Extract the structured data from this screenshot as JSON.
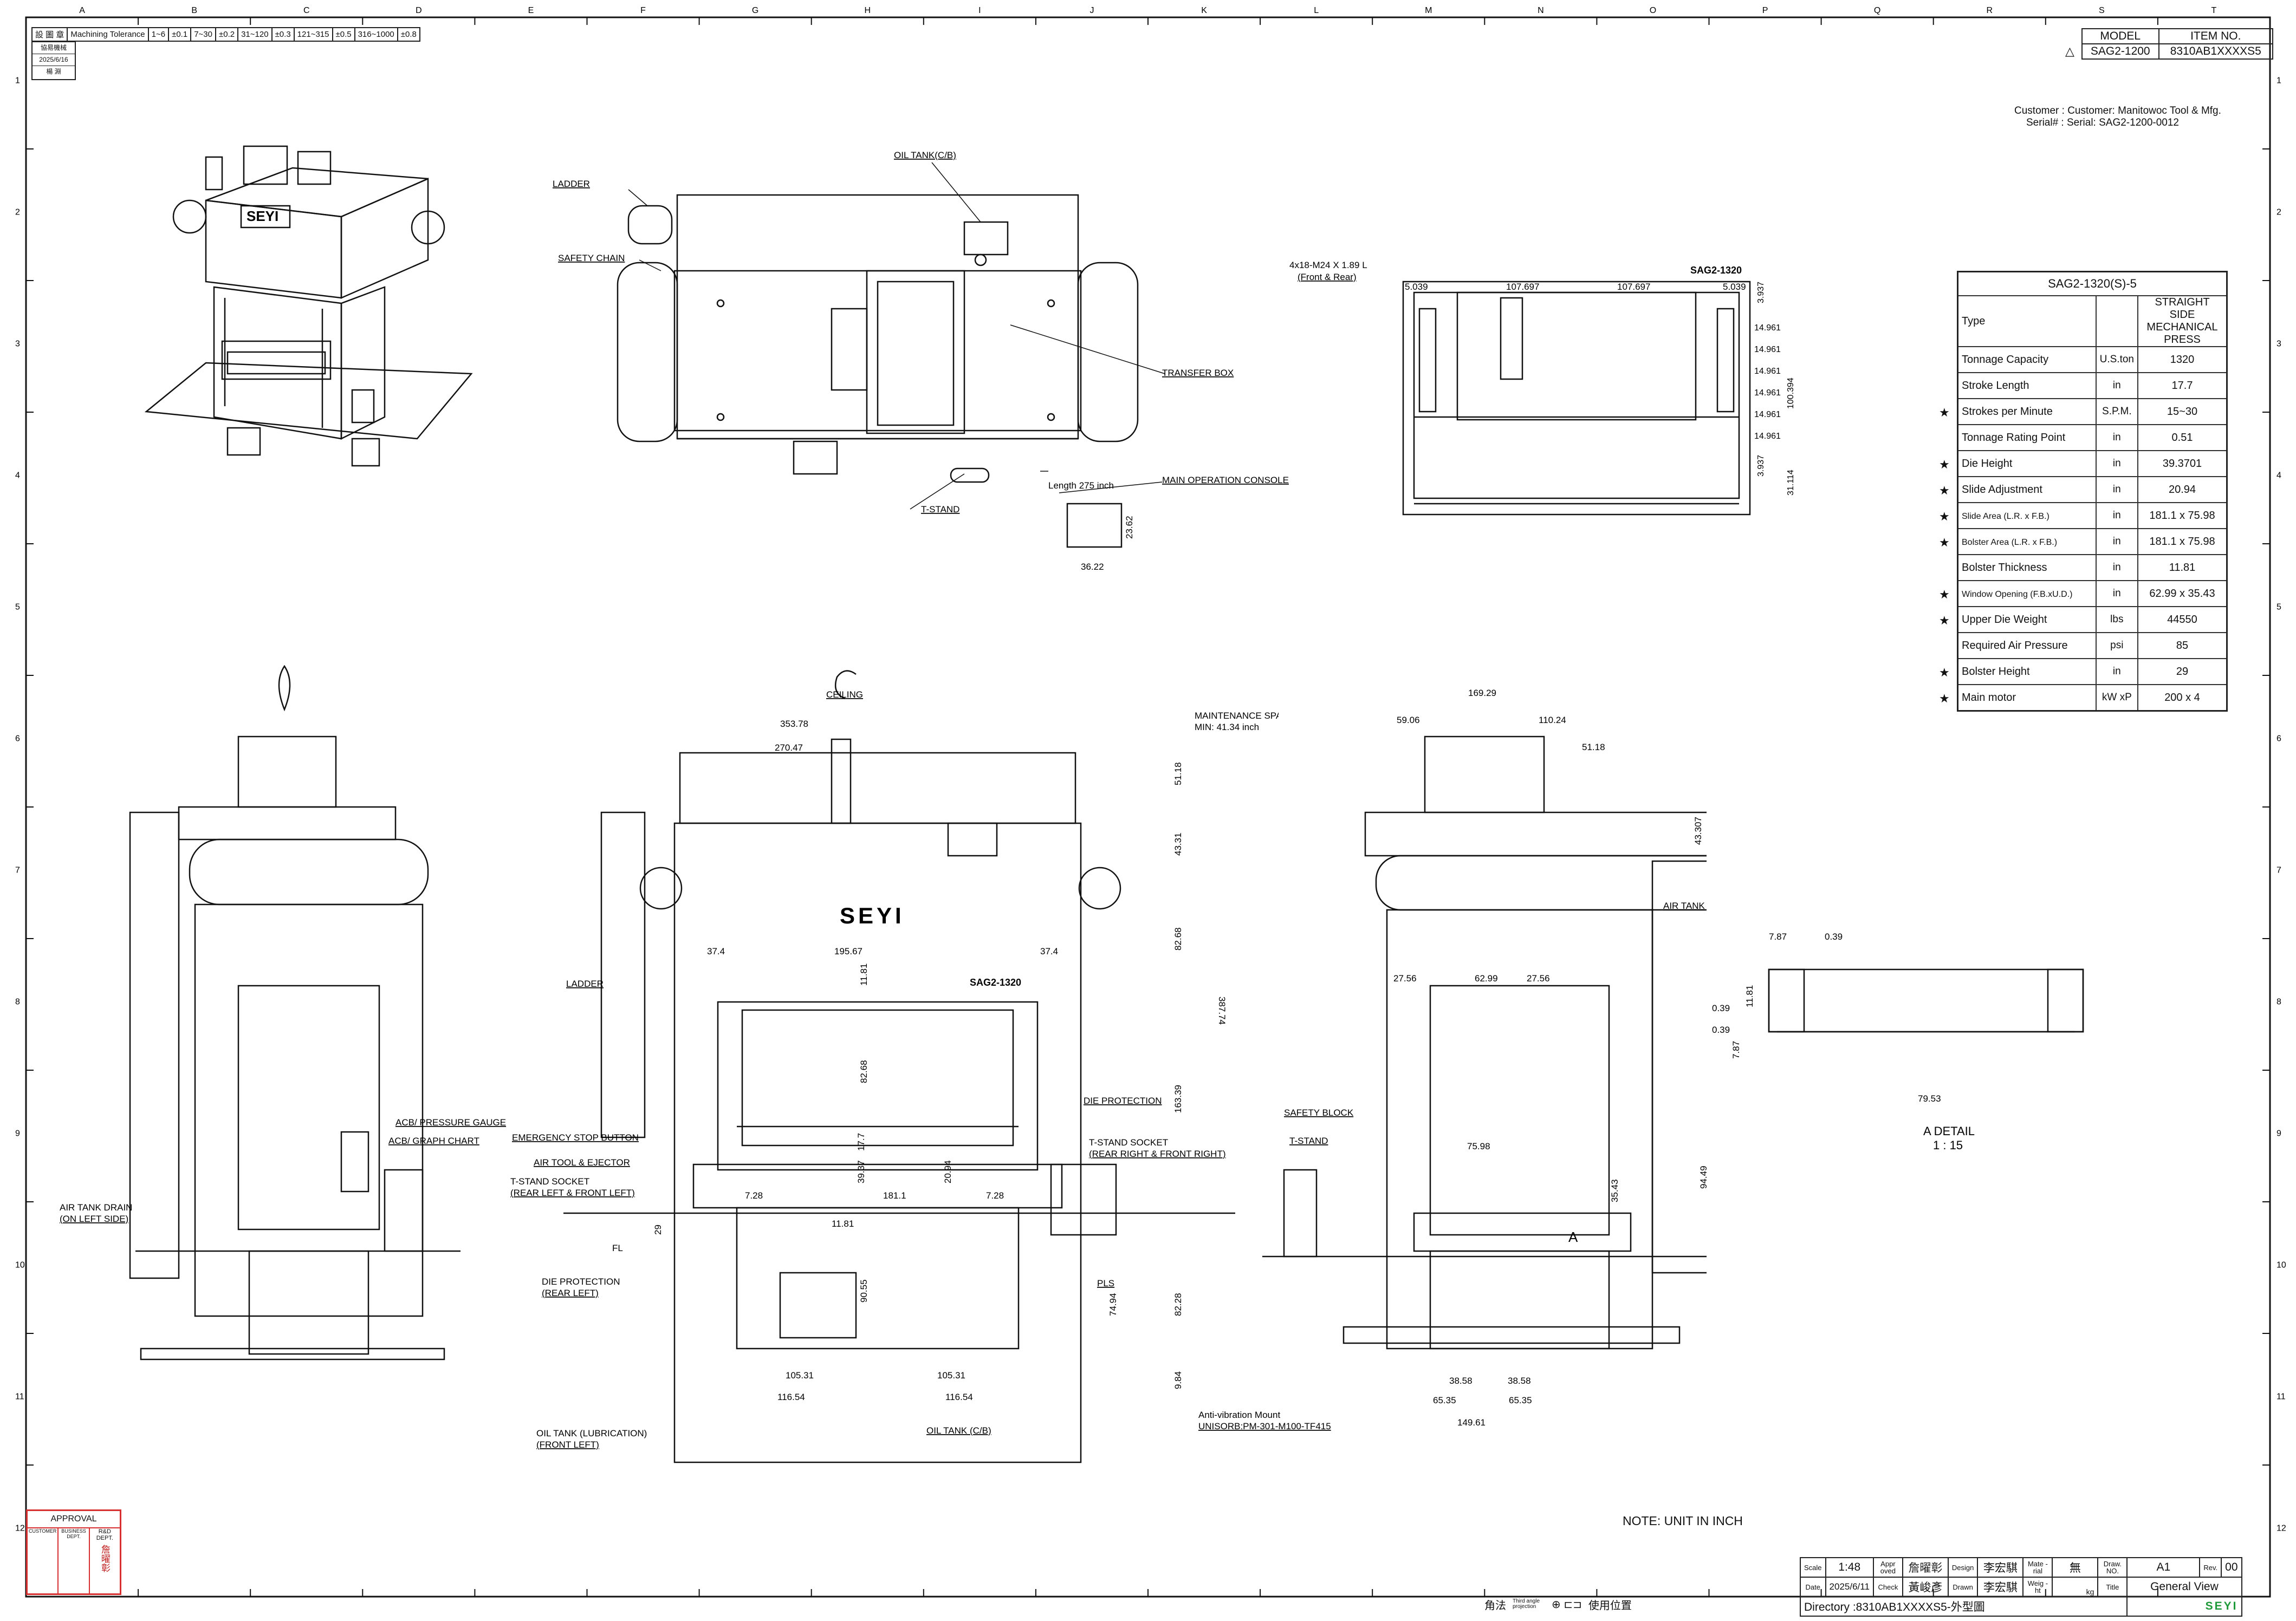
{
  "grid": {
    "columns": [
      "A",
      "B",
      "C",
      "D",
      "E",
      "F",
      "G",
      "H",
      "I",
      "J",
      "K",
      "L",
      "M",
      "N",
      "O",
      "P",
      "Q",
      "R",
      "S",
      "T"
    ],
    "rows": [
      "1",
      "2",
      "3",
      "4",
      "5",
      "6",
      "7",
      "8",
      "9",
      "10",
      "11",
      "12"
    ]
  },
  "tolerance": {
    "header": "設 圖 章",
    "label": "Machining Tolerance",
    "ranges": [
      "1~6",
      "±0.1",
      "7~30",
      "±0.2",
      "31~120",
      "±0.3",
      "121~315",
      "±0.5",
      "316~1000",
      "±0.8"
    ],
    "stamp_company": "協易機械",
    "stamp_date": "2025/6/16",
    "stamp_name": "楊 淵"
  },
  "model_box": {
    "model_label": "MODEL",
    "item_label": "ITEM NO.",
    "model": "SAG2-1200",
    "item_no": "8310AB1XXXXS5"
  },
  "customer": {
    "line1": "Customer : Customer: Manitowoc Tool & Mfg.",
    "line2": "Serial# : Serial: SAG2-1200-0012"
  },
  "spec_table": {
    "title": "SAG2-1320(S)-5",
    "rows": [
      {
        "star": "",
        "name": "Type",
        "unit": "",
        "value": "STRAIGHT SIDE MECHANICAL PRESS"
      },
      {
        "star": "",
        "name": "Tonnage Capacity",
        "unit": "U.S.ton",
        "value": "1320"
      },
      {
        "star": "",
        "name": "Stroke Length",
        "unit": "in",
        "value": "17.7"
      },
      {
        "star": "★",
        "name": "Strokes per Minute",
        "unit": "S.P.M.",
        "value": "15~30"
      },
      {
        "star": "",
        "name": "Tonnage Rating Point",
        "unit": "in",
        "value": "0.51"
      },
      {
        "star": "★",
        "name": "Die Height",
        "unit": "in",
        "value": "39.3701"
      },
      {
        "star": "★",
        "name": "Slide Adjustment",
        "unit": "in",
        "value": "20.94"
      },
      {
        "star": "★",
        "name": "Slide Area (L.R. x F.B.)",
        "unit": "in",
        "value": "181.1  x  75.98"
      },
      {
        "star": "★",
        "name": "Bolster Area (L.R. x F.B.)",
        "unit": "in",
        "value": "181.1  x  75.98"
      },
      {
        "star": "",
        "name": "Bolster Thickness",
        "unit": "in",
        "value": "11.81"
      },
      {
        "star": "★",
        "name": "Window Opening (F.B.xU.D.)",
        "unit": "in",
        "value": "62.99  x  35.43"
      },
      {
        "star": "★",
        "name": "Upper Die Weight",
        "unit": "lbs",
        "value": "44550"
      },
      {
        "star": "",
        "name": "Required Air Pressure",
        "unit": "psi",
        "value": "85"
      },
      {
        "star": "★",
        "name": "Bolster Height",
        "unit": "in",
        "value": "29"
      },
      {
        "star": "★",
        "name": "Main motor",
        "unit": "kW xP",
        "value": "200 x 4"
      }
    ]
  },
  "top_view_labels": {
    "ladder": "LADDER",
    "safety_chain": "SAFETY CHAIN",
    "oil_tank": "OIL TANK(C/B)",
    "transfer_box": "TRANSFER BOX",
    "length": "Length 275 inch",
    "main_console": "MAIN OPERATION CONSOLE",
    "t_stand": "T-STAND",
    "console_w": "36.22",
    "console_h": "23.62"
  },
  "bolster_view": {
    "bolt_note": "4x18-M24 X 1.89 L",
    "bolt_note2": "(Front & Rear)",
    "model_mark": "SAG2-1320",
    "dims_top": [
      "5.039",
      "107.697",
      "107.697",
      "5.039"
    ],
    "dims_right": [
      "3.937",
      "14.961",
      "14.961",
      "14.961",
      "14.961",
      "14.961",
      "14.961",
      "3.937"
    ],
    "overall_h": "100.394",
    "overall_h2": "31.114"
  },
  "front_view": {
    "ceiling": "CEILING",
    "maintenance": "MAINTENANCE SPACE",
    "maintenance2": "MIN: 41.34 inch",
    "logo": "SEYI",
    "model_mark": "SAG2-1320",
    "dims": {
      "overall_w": "353.78",
      "upper_w": "270.47",
      "side_l": "37.4",
      "inner_w": "195.67",
      "side_r": "37.4",
      "crown_h": "51.18",
      "crown_h2": "43.31",
      "upright_h": "82.68",
      "total_h": "163.39",
      "total_h2": "387.74",
      "slide_h": "11.81",
      "slide_h2": "82.68",
      "stroke": "17.7",
      "die_h": "39.37",
      "adj": "20.94",
      "bolster_l": "7.28",
      "bolster_w": "181.1",
      "bolster_r": "7.28",
      "bolster_t": "11.81",
      "floor": "29",
      "pit": "90.55",
      "pit2": "74.94",
      "pit3": "82.28",
      "base": "9.84",
      "foot_l": "105.31",
      "foot_r": "105.31",
      "foot2_l": "116.54",
      "foot2_r": "116.54"
    },
    "labels": {
      "ladder": "LADDER",
      "estop": "EMERGENCY STOP BUTTON",
      "air_tool": "AIR TOOL & EJECTOR",
      "tsocket_l": "T-STAND SOCKET",
      "tsocket_l2": "(REAR LEFT & FRONT LEFT)",
      "die_prot": "DIE PROTECTION",
      "tsocket_r": "T-STAND SOCKET",
      "tsocket_r2": "(REAR RIGHT & FRONT RIGHT)",
      "fl": "FL",
      "die_prot_rear": "DIE PROTECTION",
      "die_prot_rear2": "(REAR LEFT)",
      "pls": "PLS",
      "oil_lub": "OIL TANK (LUBRICATION)",
      "oil_lub2": "(FRONT LEFT)",
      "oil_cb": "OIL TANK (C/B)"
    }
  },
  "left_view_labels": {
    "acb_gauge": "ACB/ PRESSURE GAUGE",
    "acb_chart": "ACB/ GRAPH CHART",
    "air_drain": "AIR TANK DRAIN",
    "air_drain2": "(ON LEFT SIDE)"
  },
  "side_view": {
    "dims": {
      "overall": "169.29",
      "left": "59.06",
      "right": "110.24",
      "top_r": "51.18",
      "crown": "43.307",
      "w1": "27.56",
      "w2": "62.99",
      "w3": "27.56",
      "bolster": "75.98",
      "win": "35.43",
      "height": "94.49",
      "f1": "38.58",
      "f2": "38.58",
      "f3": "65.35",
      "f4": "65.35",
      "f5": "149.61"
    },
    "labels": {
      "air_tank": "AIR TANK",
      "safety_block": "SAFETY BLOCK",
      "t_stand": "T-STAND",
      "a_mark": "A",
      "mount": "Anti-vibration Mount",
      "mount2": "UNISORB:PM-301-M100-TF415"
    }
  },
  "detail_a": {
    "title": "A DETAIL",
    "scale": "1 : 15",
    "d1": "7.87",
    "d2": "0.39",
    "d3": "11.81",
    "d4": "0.39",
    "d5": "0.39",
    "d6": "7.87",
    "width": "79.53"
  },
  "note": "NOTE: UNIT IN INCH",
  "approval": {
    "title": "APPROVAL",
    "c1": "CUSTOMER",
    "c2": "BUSINESS DEPT.",
    "c3": "R&D DEPT.",
    "stamp": "詹曜彰"
  },
  "title_block": {
    "scale_label": "Scale",
    "scale": "1:48",
    "approved_label": "Appr oved",
    "approved": "詹曜彰",
    "design_label": "Design",
    "design": "李宏騏",
    "material_label": "Mate -rial",
    "material": "無",
    "draw_no_label": "Draw. NO.",
    "sheet": "A1",
    "rev_label": "Rev.",
    "rev": "00",
    "date_label": "Date",
    "date": "2025/6/11",
    "check_label": "Check",
    "check": "黃峻彥",
    "drawn_label": "Drawn",
    "drawn": "李宏騏",
    "weight_label": "Weig -ht",
    "weight_unit": "kg",
    "title_label": "Title",
    "title": "General View",
    "angle_label": "角法",
    "projection": "Third angle projection",
    "use_pos": "使用位置",
    "directory": "Directory :8310AB1XXXXS5-外型圖",
    "brand": "SEYI"
  }
}
